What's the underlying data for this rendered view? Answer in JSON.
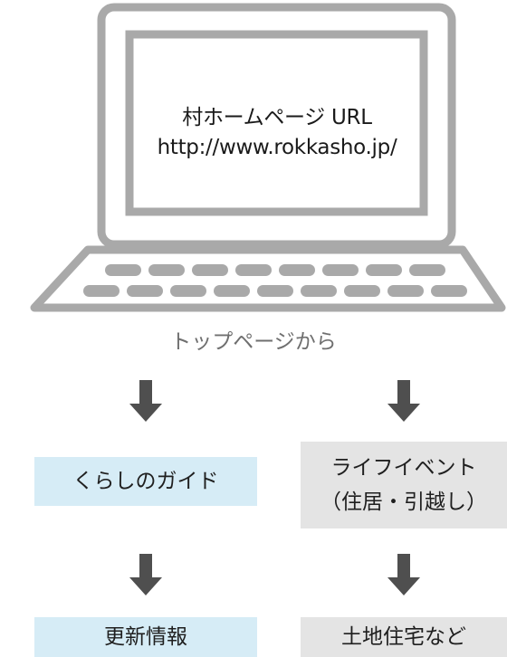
{
  "screen": {
    "title": "村ホームページ URL",
    "url": "http://www.rokkasho.jp/"
  },
  "caption": "トップページから",
  "left_column": {
    "first": "くらしのガイド",
    "second": "更新情報"
  },
  "right_column": {
    "first_line1": "ライフイベント",
    "first_line2": "（住居・引越し）",
    "second": "土地住宅など"
  },
  "colors": {
    "laptop_gray": "#a9a9a9",
    "blue_box": "#d6ecf6",
    "gray_box": "#e4e4e4",
    "arrow": "#4f4f4f"
  }
}
